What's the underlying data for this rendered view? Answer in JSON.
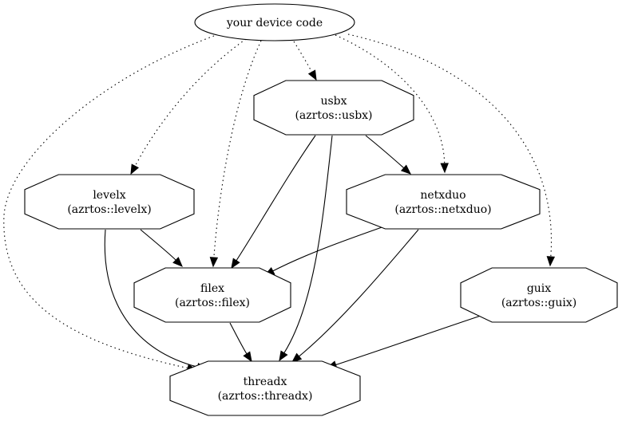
{
  "diagram": {
    "nodes": [
      {
        "id": "device",
        "shape": "ellipse",
        "lines": [
          "your device code"
        ]
      },
      {
        "id": "usbx",
        "shape": "octagon",
        "lines": [
          "usbx",
          "(azrtos::usbx)"
        ]
      },
      {
        "id": "levelx",
        "shape": "octagon",
        "lines": [
          "levelx",
          "(azrtos::levelx)"
        ]
      },
      {
        "id": "netxduo",
        "shape": "octagon",
        "lines": [
          "netxduo",
          "(azrtos::netxduo)"
        ]
      },
      {
        "id": "filex",
        "shape": "octagon",
        "lines": [
          "filex",
          "(azrtos::filex)"
        ]
      },
      {
        "id": "guix",
        "shape": "octagon",
        "lines": [
          "guix",
          "(azrtos::guix)"
        ]
      },
      {
        "id": "threadx",
        "shape": "octagon",
        "lines": [
          "threadx",
          "(azrtos::threadx)"
        ]
      }
    ],
    "edges": [
      {
        "from": "device",
        "to": "usbx",
        "style": "dotted"
      },
      {
        "from": "device",
        "to": "levelx",
        "style": "dotted"
      },
      {
        "from": "device",
        "to": "filex",
        "style": "dotted"
      },
      {
        "from": "device",
        "to": "netxduo",
        "style": "dotted"
      },
      {
        "from": "device",
        "to": "guix",
        "style": "dotted"
      },
      {
        "from": "device",
        "to": "threadx",
        "style": "dotted"
      },
      {
        "from": "usbx",
        "to": "filex",
        "style": "solid"
      },
      {
        "from": "usbx",
        "to": "netxduo",
        "style": "solid"
      },
      {
        "from": "usbx",
        "to": "threadx",
        "style": "solid"
      },
      {
        "from": "levelx",
        "to": "filex",
        "style": "solid"
      },
      {
        "from": "levelx",
        "to": "threadx",
        "style": "solid"
      },
      {
        "from": "netxduo",
        "to": "filex",
        "style": "solid"
      },
      {
        "from": "netxduo",
        "to": "threadx",
        "style": "solid"
      },
      {
        "from": "filex",
        "to": "threadx",
        "style": "solid"
      },
      {
        "from": "guix",
        "to": "threadx",
        "style": "solid"
      }
    ]
  }
}
